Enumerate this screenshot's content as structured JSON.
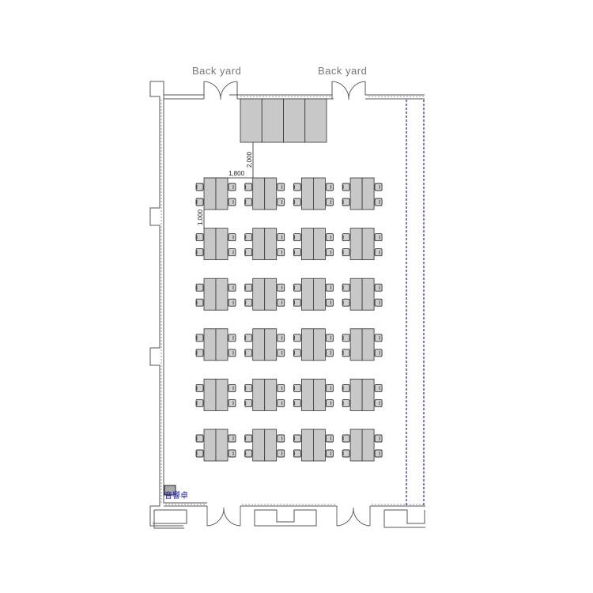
{
  "labels": {
    "back_yard_left": "Back yard",
    "back_yard_right": "Back yard",
    "sound_desk": "音響卓"
  },
  "dimensions": {
    "stage_gap": "2,000",
    "column_gap": "1,800",
    "row_gap": "1,000"
  },
  "layout": {
    "table_rows": 6,
    "table_columns": 4,
    "chairs_per_table": 4,
    "stage_panels": 4
  },
  "colors": {
    "table_fill": "#c8c8c8",
    "label_blue": "#1a1aa8",
    "dashed_line": "#2a2aa0"
  }
}
